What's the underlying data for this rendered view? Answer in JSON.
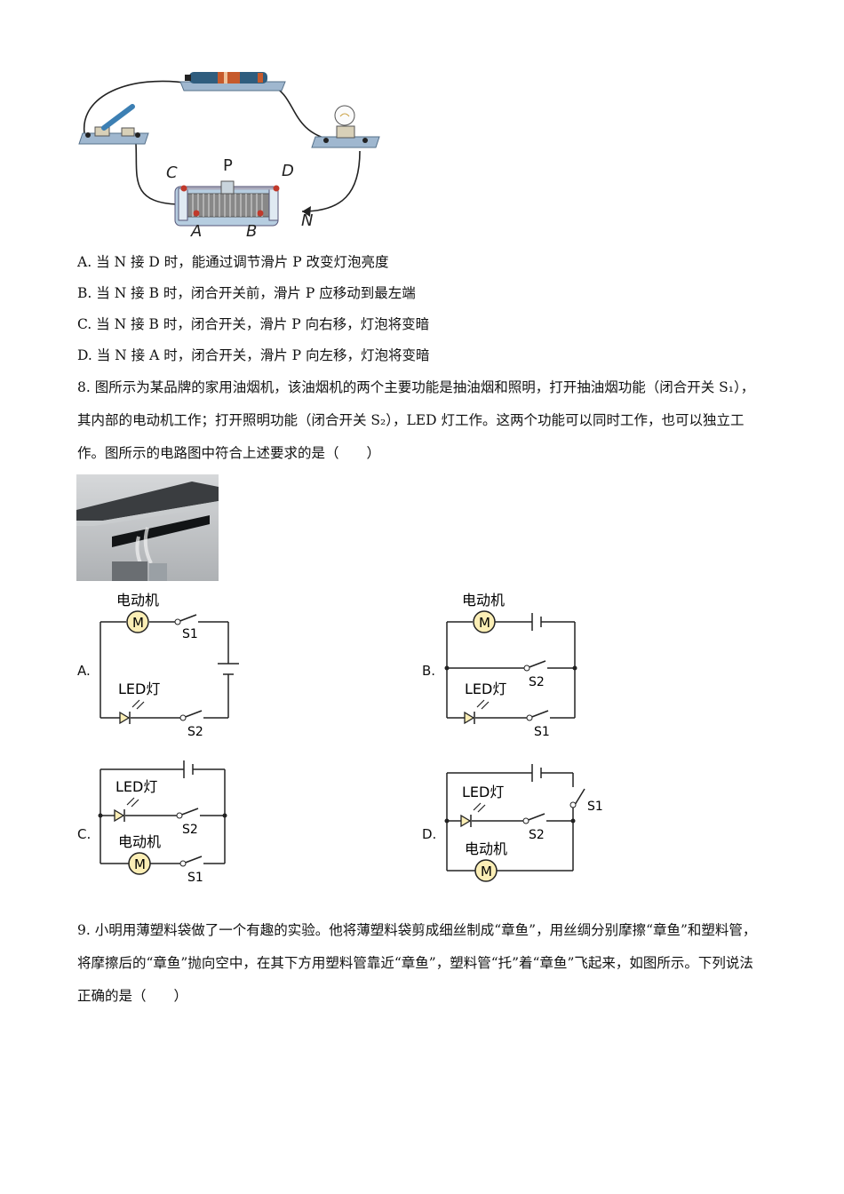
{
  "q7": {
    "figure_labels": {
      "P": "P",
      "C": "C",
      "D": "D",
      "A": "A",
      "B": "B",
      "N": "N"
    },
    "options": [
      {
        "key": "A.",
        "text": "当 N 接 D 时，能通过调节滑片 P 改变灯泡亮度"
      },
      {
        "key": "B.",
        "text": "当 N 接 B 时，闭合开关前，滑片 P 应移动到最左端"
      },
      {
        "key": "C.",
        "text": "当 N 接 B 时，闭合开关，滑片 P 向右移，灯泡将变暗"
      },
      {
        "key": "D.",
        "text": "当 N 接 A 时，闭合开关，滑片 P 向左移，灯泡将变暗"
      }
    ]
  },
  "q8": {
    "stem": "8. 图所示为某品牌的家用油烟机，该油烟机的两个主要功能是抽油烟和照明，打开抽油烟功能（闭合开关 S₁），其内部的电动机工作；打开照明功能（闭合开关 S₂），LED 灯工作。这两个功能可以同时工作，也可以独立工作。图所示的电路图中符合上述要求的是（　　）",
    "circuits": [
      {
        "key": "A.",
        "motor_label": "电动机",
        "led_label": "LED灯",
        "motor_symbol": "M",
        "switch_top": "S1",
        "switch_bottom": "S2"
      },
      {
        "key": "B.",
        "motor_label": "电动机",
        "led_label": "LED灯",
        "motor_symbol": "M",
        "switch_mid": "S2",
        "switch_bottom": "S1"
      },
      {
        "key": "C.",
        "motor_label": "电动机",
        "led_label": "LED灯",
        "motor_symbol": "M",
        "switch_led": "S2",
        "switch_motor": "S1"
      },
      {
        "key": "D.",
        "motor_label": "电动机",
        "led_label": "LED灯",
        "motor_symbol": "M",
        "switch_main": "S1",
        "switch_led": "S2"
      }
    ]
  },
  "q9": {
    "stem": "9. 小明用薄塑料袋做了一个有趣的实验。他将薄塑料袋剪成细丝制成“章鱼”，用丝绸分别摩擦“章鱼”和塑料管，将摩擦后的“章鱼”抛向空中，在其下方用塑料管靠近“章鱼”，塑料管“托”着“章鱼”飞起来，如图所示。下列说法正确的是（　　）"
  }
}
